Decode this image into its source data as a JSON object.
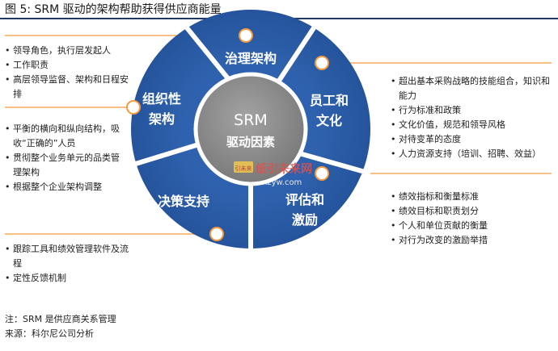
{
  "figure_title": "图 5: SRM 驱动的架构帮助获得供应商能量",
  "center": {
    "line1": "SRM",
    "line2": "驱动因素"
  },
  "segments": {
    "top": "治理架构",
    "left": [
      "组织性",
      "架构"
    ],
    "right": [
      "员工和",
      "文化"
    ],
    "bottom_right": [
      "评估和",
      "激励"
    ],
    "bottom_left": "决策支持"
  },
  "lists": {
    "governance": [
      "领导角色，执行层发起人",
      "工作职责",
      "高层领导监督、架构和日程安排"
    ],
    "organization": [
      "平衡的横向和纵向结构，吸收“正确的”人员",
      "贯彻整个业务单元的品类管理架构",
      "根据整个企业架构调整"
    ],
    "decision": [
      "跟踪工具和绩效管理软件及流程",
      "定性反馈机制"
    ],
    "culture": [
      "超出基本采购战略的技能组合，知识和能力",
      "行为标准和政策",
      "文化价值，规范和领导风格",
      "对待变革的态度",
      "人力资源支持（培训、招聘、效益）"
    ],
    "evaluation": [
      "绩效指标和衡量标准",
      "绩效目标和职责划分",
      "个人和单位贡献的衡量",
      "对行为改变的激励举措"
    ]
  },
  "notes": {
    "line1": "注：SRM 是供应商关系管理",
    "line2": "来源：科尔尼公司分析"
  },
  "watermark": {
    "main": "纸引未来网",
    "sub": "nzyw.com",
    "badge": "引未来"
  },
  "colors": {
    "ring": "#2e5ea8",
    "ring_light": "#3f73bf",
    "center": "#8c8c8c",
    "accent": "#f59a3e",
    "title_rule": "#1f3864"
  }
}
